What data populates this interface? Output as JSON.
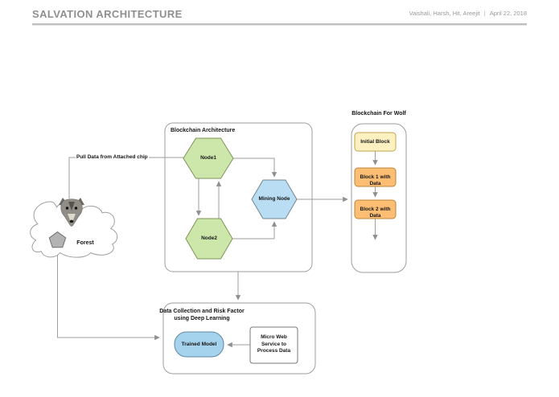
{
  "header": {
    "title": "SALVATION ARCHITECTURE",
    "authors": "Vaishali, Harsh, Hit, Areejit",
    "separator": "|",
    "date": "April 22, 2018"
  },
  "diagram": {
    "pull_data_label": "Pull Data from Attached chip",
    "forest": {
      "label": "Forest"
    },
    "blockchain_architecture": {
      "title": "Blockchain Architecture",
      "node1": "Node1",
      "node2": "Node2",
      "mining_node": "Mining Node"
    },
    "blockchain_for_wolf": {
      "title": "Blockchain For Wolf",
      "blocks": [
        "Initial Block",
        "Block 1 with Data",
        "Block 2 with Data"
      ]
    },
    "data_collection": {
      "title": "Data Collection and Risk Factor using Deep Learning",
      "trained_model": "Trained Model",
      "micro_web_service": "Micro Web Service to Process Data"
    }
  },
  "colors": {
    "node_green": "#cde7ab",
    "node_green_border": "#7c9457",
    "node_blue": "#b9ddf2",
    "node_blue_border": "#74858f",
    "block_yellow": "#fdf1c1",
    "block_yellow_border": "#c3a24c",
    "block_orange": "#fcbe72",
    "block_orange_border": "#bc8438",
    "trained_blue": "#a5d3ed",
    "trained_blue_border": "#5f87a0",
    "connector_gray": "#9e9e9e",
    "container_border": "#9e9e9e",
    "pentagon_gray": "#b3b3b3"
  }
}
